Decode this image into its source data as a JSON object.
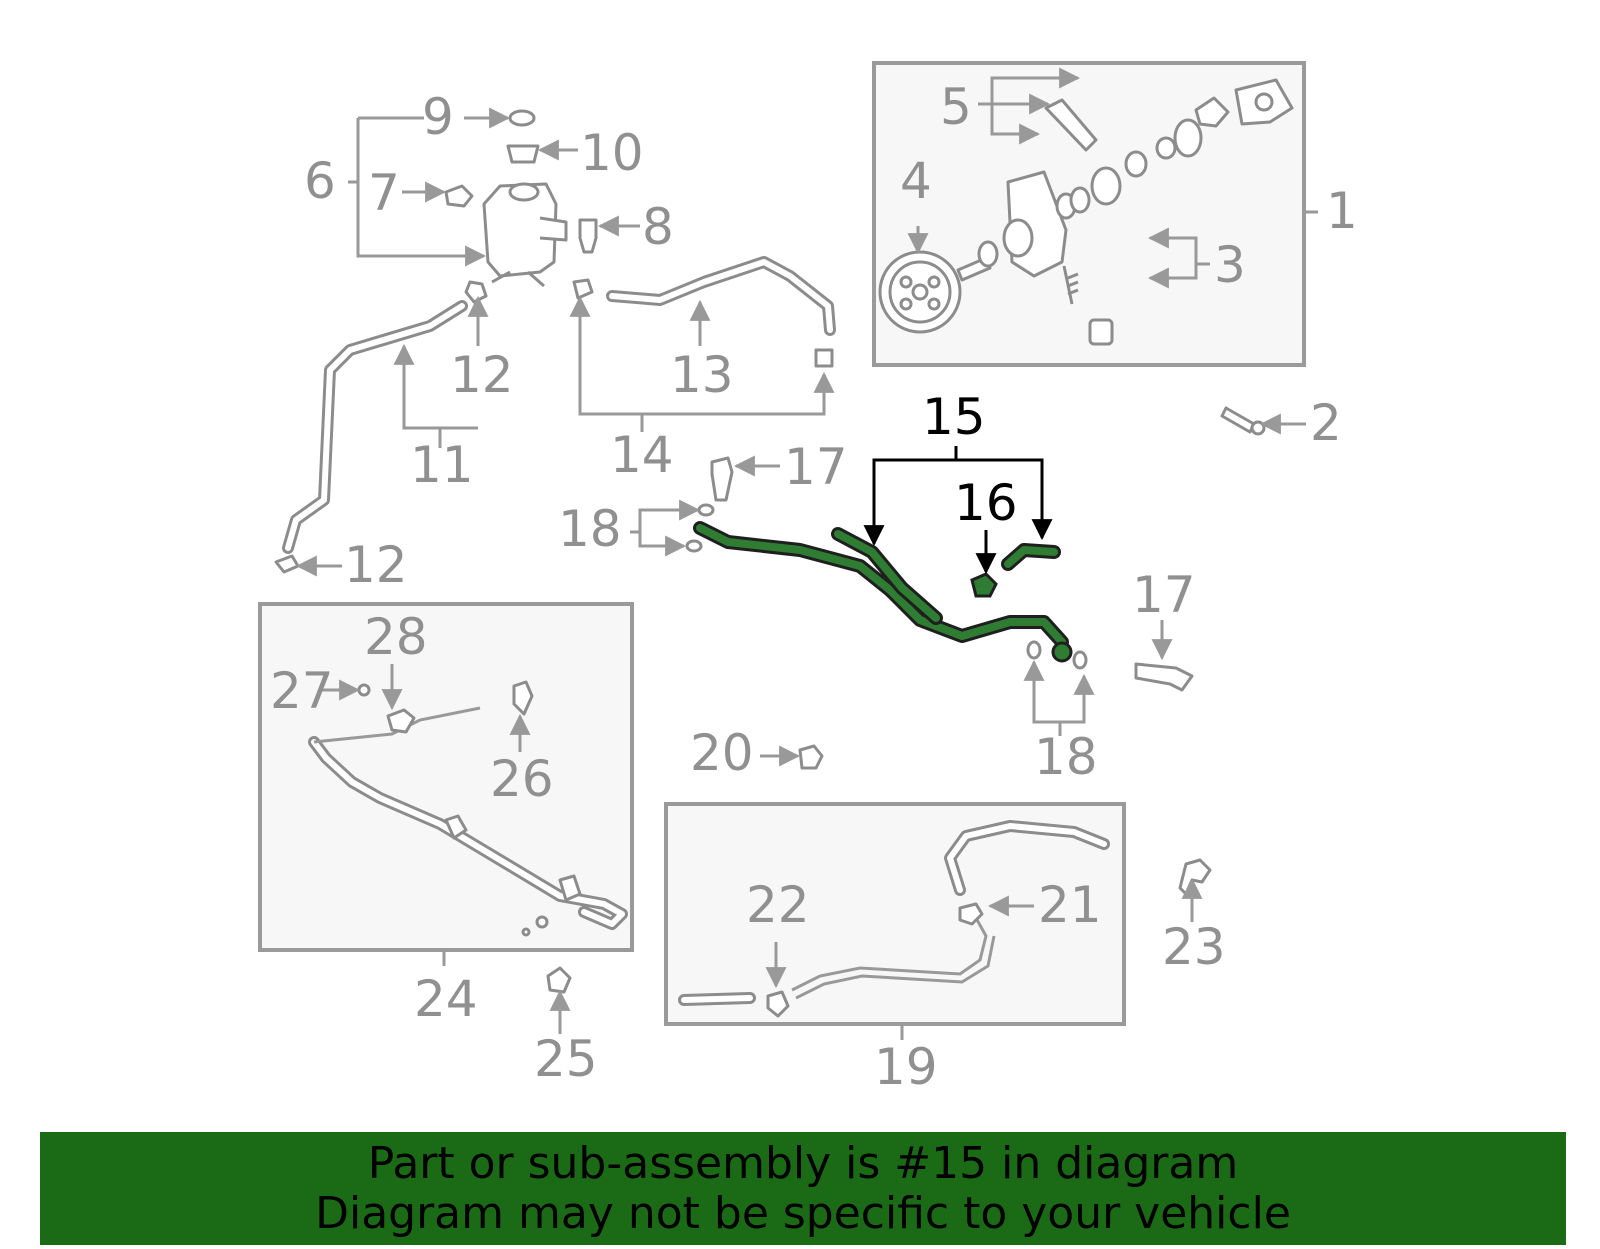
{
  "colors": {
    "highlight_part": "#2e7d32",
    "banner_background": "#1b6b16",
    "label_gray": "#909090",
    "label_highlight": "#000000"
  },
  "callouts": {
    "c1": "1",
    "c2": "2",
    "c3": "3",
    "c4": "4",
    "c5": "5",
    "c6": "6",
    "c7": "7",
    "c8": "8",
    "c9": "9",
    "c10": "10",
    "c11": "11",
    "c12a": "12",
    "c12b": "12",
    "c13": "13",
    "c14": "14",
    "c15": "15",
    "c16": "16",
    "c17a": "17",
    "c17b": "17",
    "c18a": "18",
    "c18b": "18",
    "c19": "19",
    "c20": "20",
    "c21": "21",
    "c22": "22",
    "c23": "23",
    "c24": "24",
    "c25": "25",
    "c26": "26",
    "c27": "27",
    "c28": "28"
  },
  "highlighted_callouts": [
    "15",
    "16"
  ],
  "banner": {
    "line1": "Part or sub-assembly is #15 in diagram",
    "line2": "Diagram may not be specific to your vehicle"
  }
}
